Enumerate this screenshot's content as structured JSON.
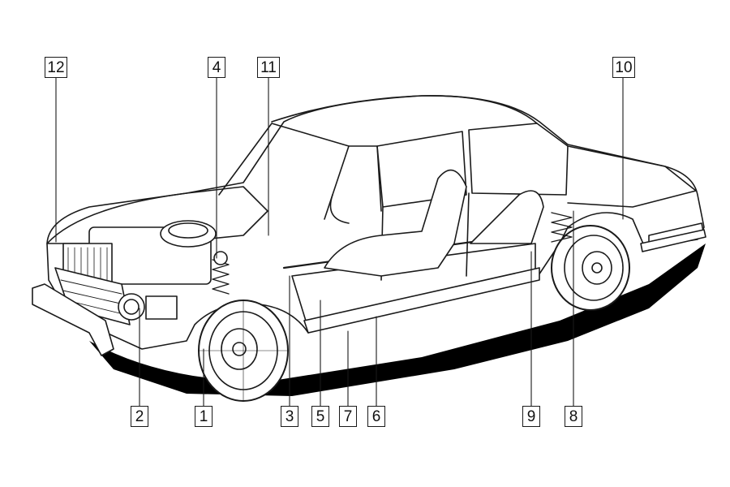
{
  "diagram": {
    "subject": "cutaway-car",
    "line_color": "#1a1a1a",
    "fill_color": "#ffffff",
    "shadow_color": "#000000",
    "callouts": [
      {
        "id": "c12",
        "label": "12"
      },
      {
        "id": "c4",
        "label": "4"
      },
      {
        "id": "c11",
        "label": "11"
      },
      {
        "id": "c10",
        "label": "10"
      },
      {
        "id": "c2",
        "label": "2"
      },
      {
        "id": "c1",
        "label": "1"
      },
      {
        "id": "c3",
        "label": "3"
      },
      {
        "id": "c5",
        "label": "5"
      },
      {
        "id": "c7",
        "label": "7"
      },
      {
        "id": "c6",
        "label": "6"
      },
      {
        "id": "c9",
        "label": "9"
      },
      {
        "id": "c8",
        "label": "8"
      }
    ]
  }
}
